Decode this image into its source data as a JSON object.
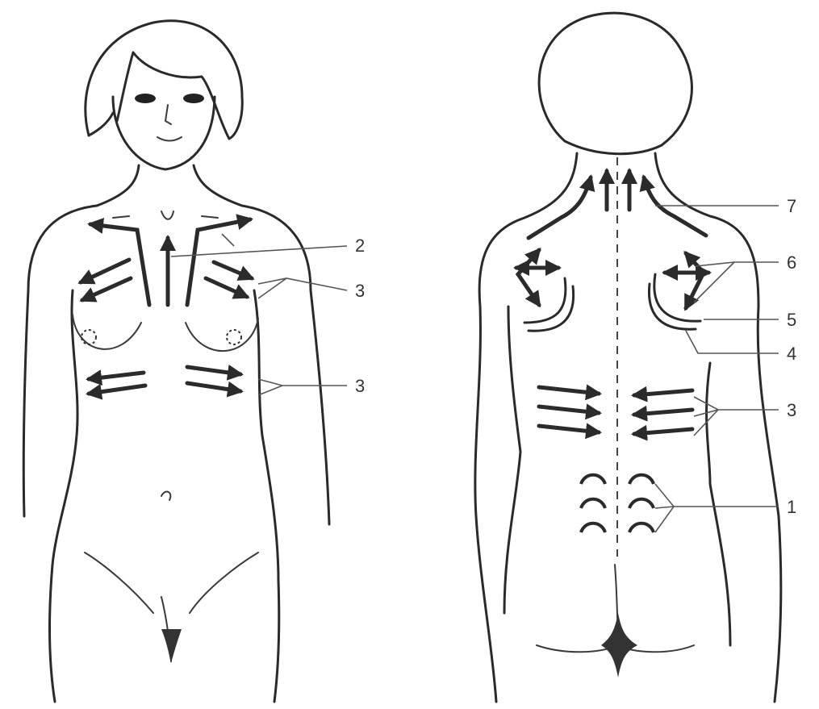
{
  "labels": {
    "front_2": "2",
    "front_3_upper": "3",
    "front_3_lower": "3",
    "back_7": "7",
    "back_6": "6",
    "back_5": "5",
    "back_4": "4",
    "back_3": "3",
    "back_1": "1"
  },
  "colors": {
    "line": "#2a2a2a",
    "arrow": "#2b2b2b",
    "background": "#ffffff"
  }
}
